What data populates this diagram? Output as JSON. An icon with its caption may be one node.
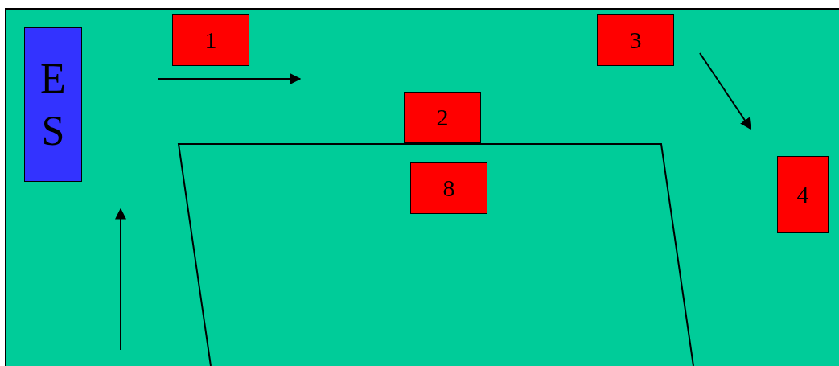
{
  "diagram": {
    "nodes": [
      {
        "text": [
          "1"
        ]
      },
      {
        "text": [
          "3"
        ]
      },
      {
        "text": [
          "E S"
        ]
      },
      {
        "text": [
          "2"
        ]
      },
      {
        "text": [
          "4"
        ]
      },
      {
        "text": [
          "8"
        ]
      }
    ]
  }
}
